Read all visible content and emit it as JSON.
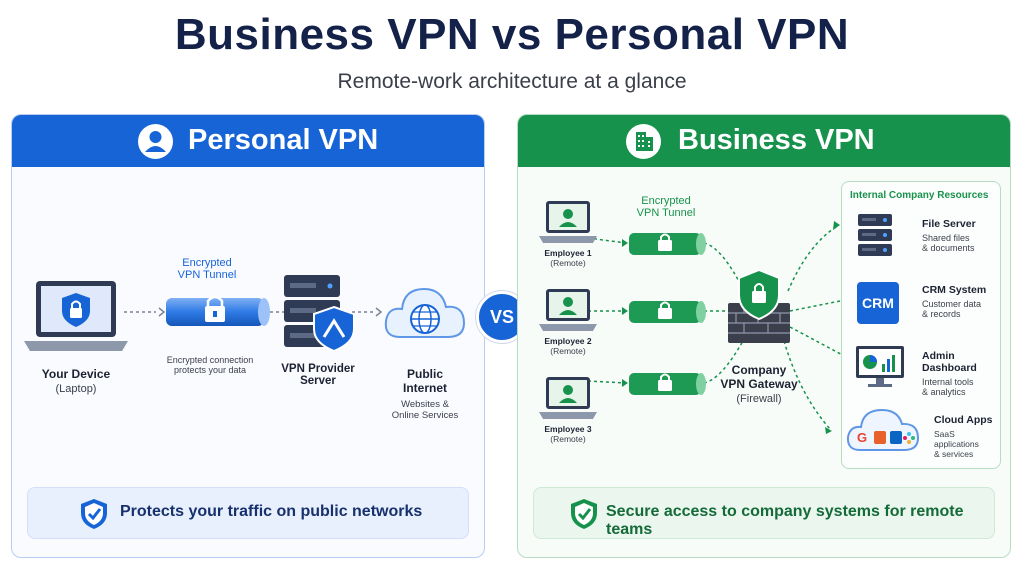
{
  "title": "Business VPN vs Personal VPN",
  "subtitle": "Remote-work architecture at a glance",
  "vs_label": "VS",
  "personal": {
    "header": "Personal VPN",
    "device": {
      "name": "Your Device",
      "sub": "(Laptop)"
    },
    "tunnel": {
      "label_line1": "Encrypted",
      "label_line2": "VPN Tunnel",
      "note_line1": "Encrypted connection",
      "note_line2": "protects your data"
    },
    "server": {
      "line1": "VPN Provider",
      "line2": "Server"
    },
    "internet": {
      "line1": "Public",
      "line2": "Internet",
      "sub1": "Websites &",
      "sub2": "Online Services"
    },
    "footer": "Protects your traffic on public networks"
  },
  "business": {
    "header": "Business VPN",
    "tunnel": {
      "label_line1": "Encrypted",
      "label_line2": "VPN Tunnel"
    },
    "employees": [
      {
        "name": "Employee 1",
        "sub": "(Remote)"
      },
      {
        "name": "Employee 2",
        "sub": "(Remote)"
      },
      {
        "name": "Employee 3",
        "sub": "(Remote)"
      }
    ],
    "gateway": {
      "line1": "Company",
      "line2": "VPN Gateway",
      "sub": "(Firewall)"
    },
    "resources_title": "Internal Company Resources",
    "resources": [
      {
        "name": "File Server",
        "sub1": "Shared files",
        "sub2": "& documents",
        "icon": "server-icon"
      },
      {
        "name": "CRM System",
        "sub1": "Customer data",
        "sub2": "& records",
        "icon": "crm-icon",
        "badge": "CRM"
      },
      {
        "name": "Admin Dashboard",
        "sub1": "Internal tools",
        "sub2": "& analytics",
        "icon": "dashboard-icon"
      },
      {
        "name": "Cloud Apps",
        "sub1": "SaaS applications",
        "sub2": "& services",
        "icon": "cloud-apps-icon"
      }
    ],
    "footer": "Secure access to company systems for remote teams"
  },
  "colors": {
    "personal_blue": "#1764d6",
    "business_green": "#17924c",
    "title_navy": "#14224a"
  }
}
